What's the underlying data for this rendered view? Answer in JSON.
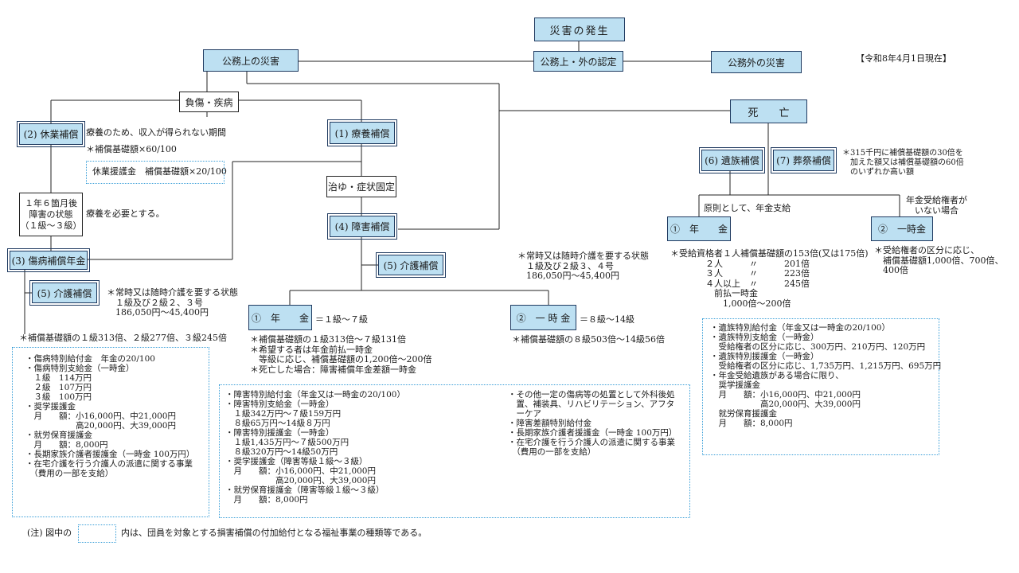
{
  "nodes": {
    "occurrence": "災害の発生",
    "kind_determination": "公務上・外の認定",
    "on_duty": "公務上の災害",
    "off_duty": "公務外の災害",
    "injury_illness": "負傷・疾病",
    "death": "死　　亡",
    "leave_comp": "(2) 休業補償",
    "medical_comp": "(1) 療養補償",
    "cure_fixed": "治ゆ・症状固定",
    "disability_comp": "(4) 障害補償",
    "care_comp_a": "(5) 介護補償",
    "care_comp_b": "(5) 介護補償",
    "injury_pension": "(3) 傷病補償年金",
    "survivor_comp": "(6) 遺族補償",
    "funeral_comp": "(7) 葬祭補償",
    "disability_pension": "①　年　　金",
    "disability_lump": "②　一 時 金",
    "survivor_pension": "①　年　　金",
    "survivor_lump": "②　一時金"
  },
  "date_note": "【令和8年4月1日現在】",
  "texts": {
    "leave_desc": "療養のため、収入が得られない期間",
    "leave_amount": "＊補償基礎額×60/100",
    "leave_welfare": "休業援護金　補償基礎額×20/100",
    "injury_state": "１年６箇月後\n障害の状態\n（１級～３級）",
    "needs_care": "療養を必要とする。",
    "care_note_a": "＊常時又は随時介護を要する状態\n　１級及び２級２、３号\n　186,050円～45,400円",
    "care_note_b": "＊常時又は随時介護を要する状態\n　１級及び２級３、４号\n　186,050円～45,400円",
    "injury_pension_amount": "＊補償基礎額の１級313倍、２級277倍、３級245倍",
    "disability_pension_grade": "＝１級～７級",
    "disability_lump_grade": "＝８級～14級",
    "disability_pension_notes": "＊補償基礎額の１級313倍～７級131倍\n＊希望する者は年金前払一時金\n　等級に応じ、補償基礎額の1,200倍～200倍\n＊死亡した場合：障害補償年金差額一時金",
    "disability_lump_note": "＊補償基礎額の８級503倍～14級56倍",
    "funeral_note": "＊315千円に補償基礎額の30倍を\n　加えた額又は補償基礎額の60倍\n　のいずれか高い額",
    "pension_principle": "原則として、年金支給",
    "no_pension_eligible": "年金受給権者が\nいない場合",
    "survivor_pension_note": "＊受給資格者１人補償基礎額の153倍(又は175倍)\n　　　　２人　　　〃　　　201倍\n　　　　３人　　　〃　　　223倍\n　　　　４人以上　〃　　　245倍\n　　　　　前払一時金\n　　　　　　1,000倍～200倍",
    "survivor_lump_note": "＊受給権者の区分に応じ、\n　補償基礎額1,000倍、700倍、\n　400倍",
    "footnote_prefix": "(注) 図中の",
    "footnote_suffix": "内は、団員を対象とする損害補償の付加給付となる福祉事業の種類等である。"
  },
  "welfare": {
    "injury_pension_box": "・傷病特別給付金　年金の20/100\n・傷病特別支給金（一時金）\n　１級　114万円\n　２級　107万円\n　３級　100万円\n・奨学援護金\n　月　　額：小16,000円、中21,000円\n　　　　　　高20,000円、大39,000円\n・就労保育援護金\n　月　　額：8,000円\n・長期家族介護者援護金（一時金 100万円）\n・在宅介護を行う介護人の派遣に関する事業\n　（費用の一部を支給）",
    "disability_box_left": "・障害特別給付金（年金又は一時金の20/100）\n・障害特別支給金（一時金）\n　１級342万円～７級159万円\n　８級65万円～14級８万円\n・障害特別援護金（一時金）\n　１級1,435万円～７級500万円\n　８級320万円～14級50万円\n・奨学援護金（障害等級１級～３級）\n　月　　額：小16,000円、中21,000円\n　　　　　　高20,000円、大39,000円\n・就労保育援護金（障害等級１級～３級）\n　月　　額：8,000円",
    "disability_box_right": "・その他一定の傷病等の処置として外科後処\n　置、補装具、リハビリテーション、アフタ\n　ーケア\n・障害差額特別給付金\n・長期家族介護者援護金（一時金 100万円）\n・在宅介護を行う介護人の派遣に関する事業\n　（費用の一部を支給）",
    "survivor_box": "・遺族特別給付金（年金又は一時金の20/100）\n・遺族特別支給金（一時金）\n　受給権者の区分に応じ、300万円、210万円、120万円\n・遺族特別援護金（一時金）\n　受給権者の区分に応じ、1,735万円、1,215万円、695万円\n・年金受給遺族がある場合に限り、\n　奨学援護金\n　月　　額：小16,000円、中21,000円\n　　　　　　高20,000円、大39,000円\n　就労保育援護金\n　月　　額：8,000円"
  },
  "colors": {
    "box_fill": "#bde0f2",
    "box_border": "#1f3a60",
    "dotted_border": "#3a9fd8"
  }
}
